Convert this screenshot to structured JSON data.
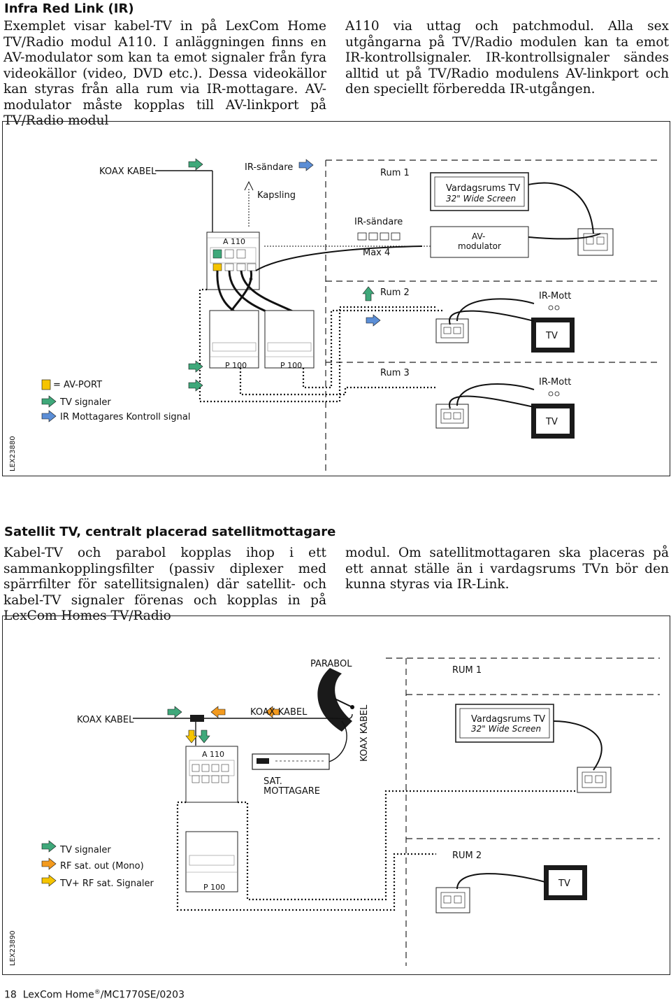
{
  "section1": {
    "heading": "Infra Red Link (IR)",
    "col1": "Exemplet visar kabel-TV in på LexCom Home TV/Radio modul A110. I anläggningen finns en AV-modulator som kan ta emot signaler från fyra videokällor (video, DVD etc.). Dessa videokällor kan styras från alla rum via IR-mottagare. AV-modulator måste kopplas till AV-linkport på TV/Radio modul",
    "col2": "A110 via uttag och patchmodul. Alla sex utgångarna på TV/Radio modulen kan ta emot IR-kontrollsignaler. IR-kontrollsignaler sändes alltid ut på TV/Radio modulens AV-linkport och den speciellt förberedda IR-utgången."
  },
  "figure1": {
    "code": "LEX23880",
    "koax": "KOAX KABEL",
    "ir_sender_top": "IR-sändare",
    "kapsling": "Kapsling",
    "a110": "A 110",
    "ir_sender_mid": "IR-sändare",
    "max4": "Max 4",
    "rum1": "Rum 1",
    "tv1_line1": "Vardagsrums TV",
    "tv1_line2": "32\" Wide Screen",
    "avmod_line1": "AV-",
    "avmod_line2": "modulator",
    "rum2": "Rum 2",
    "irmott1": "IR-Mott",
    "tv2": "TV",
    "p100a": "P 100",
    "p100b": "P 100",
    "rum3": "Rum 3",
    "irmott2": "IR-Mott",
    "tv3": "TV",
    "legend": {
      "avport": "= AV-PORT",
      "tv_signal": "TV signaler",
      "ir_signal": "IR Mottagares Kontroll signal"
    },
    "colors": {
      "green": "#3fa87a",
      "blue": "#5b8ed6",
      "yellow": "#f5c400"
    }
  },
  "section2": {
    "heading": "Satellit TV, centralt placerad satellitmottagare",
    "col1": "Kabel-TV och parabol kopplas ihop i ett sammankopplingsfilter (passiv diplexer med spärrfilter för satellitsignalen) där satellit- och kabel-TV signaler förenas och kopplas in på LexCom Homes TV/Radio",
    "col2": "modul. Om satellitmottagaren ska placeras på ett annat ställe än i vardagsrums TVn bör den kunna styras via IR-Link."
  },
  "figure2": {
    "code": "LEX23890",
    "parabol": "PARABOL",
    "rum1": "RUM 1",
    "koax_left": "KOAX KABEL",
    "koax_mid": "KOAX KABEL",
    "koax_vert": "KOAX KABEL",
    "tv_line1": "Vardagsrums TV",
    "tv_line2": "32\" Wide Screen",
    "a110": "A 110",
    "sat_line1": "SAT.",
    "sat_line2": "MOTTAGARE",
    "p100": "P 100",
    "rum2": "RUM 2",
    "tv": "TV",
    "legend": {
      "tv_signal": "TV signaler",
      "rf_mono": "RF sat. out (Mono)",
      "tv_rf": "TV+ RF sat. Signaler"
    },
    "colors": {
      "green": "#3fa87a",
      "orange": "#f39a1e",
      "yellow": "#f5c400"
    }
  },
  "footer": {
    "page": "18",
    "brand": "LexCom Home",
    "reg": "®",
    "doc": "/MC1770SE/0203"
  }
}
